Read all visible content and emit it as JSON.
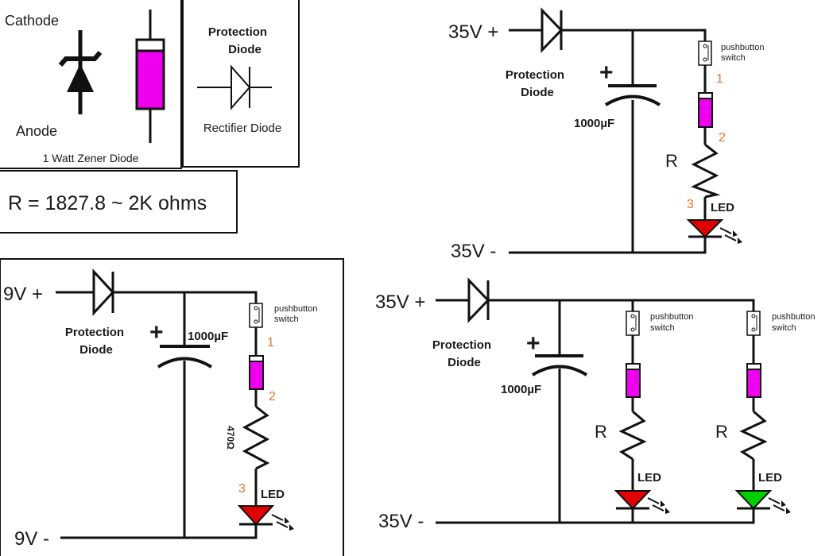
{
  "legend": {
    "cathode_label": "Cathode",
    "anode_label": "Anode",
    "zener_caption": "1 Watt Zener Diode",
    "protection_diode_title_line1": "Protection",
    "protection_diode_title_line2": "Diode",
    "rectifier_caption": "Rectifier Diode",
    "formula": "R = 1827.8 ~ 2K ohms"
  },
  "circuit_9v": {
    "vplus": "9V +",
    "vminus": "9V -",
    "diode_line1": "Protection",
    "diode_line2": "Diode",
    "cap_plus": "+",
    "cap_value": "1000µF",
    "switch_line1": "pushbutton",
    "switch_line2": "switch",
    "node1": "1",
    "node2": "2",
    "node3": "3",
    "resistor_value": "470Ω",
    "led_label": "LED",
    "led_color": "#e00000",
    "zener_color": "#ee00ee"
  },
  "circuit_35v_single": {
    "vplus": "35V +",
    "vminus": "35V -",
    "diode_line1": "Protection",
    "diode_line2": "Diode",
    "cap_plus": "+",
    "cap_value": "1000µF",
    "switch_line1": "pushbutton",
    "switch_line2": "switch",
    "node1": "1",
    "node2": "2",
    "node3": "3",
    "resistor_label": "R",
    "led_label": "LED",
    "led_color": "#e00000"
  },
  "circuit_35v_dual": {
    "vplus": "35V +",
    "vminus": "35V -",
    "diode_line1": "Protection",
    "diode_line2": "Diode",
    "cap_plus": "+",
    "cap_value": "1000µF",
    "branches": [
      {
        "switch_line1": "pushbutton",
        "switch_line2": "switch",
        "resistor_label": "R",
        "led_label": "LED",
        "led_color": "#e00000"
      },
      {
        "switch_line1": "pushbutton",
        "switch_line2": "switch",
        "resistor_label": "R",
        "led_label": "LED",
        "led_color": "#00d000"
      }
    ]
  }
}
